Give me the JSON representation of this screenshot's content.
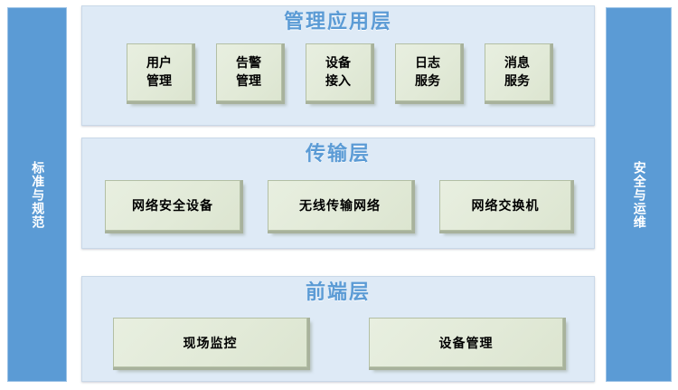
{
  "diagram": {
    "title_colors": {
      "layer_title": "#5B9BD5",
      "panel_background": "#DEEAF6",
      "node_background": "#E2EAD8",
      "sidebar_background": "#5B9BD5",
      "node_text": "#000000",
      "sidebar_text": "#FFFFFF"
    }
  },
  "sidebars": {
    "left": {
      "label": "标准与规范"
    },
    "right": {
      "label": "安全与运维"
    }
  },
  "layers": [
    {
      "id": "app",
      "title": "管理应用层",
      "nodes": [
        {
          "label": "用户\n管理"
        },
        {
          "label": "告警\n管理"
        },
        {
          "label": "设备\n接入"
        },
        {
          "label": "日志\n服务"
        },
        {
          "label": "消息\n服务"
        }
      ]
    },
    {
      "id": "transport",
      "title": "传输层",
      "nodes": [
        {
          "label": "网络安全设备"
        },
        {
          "label": "无线传输网络"
        },
        {
          "label": "网络交换机"
        }
      ]
    },
    {
      "id": "frontend",
      "title": "前端层",
      "nodes": [
        {
          "label": "现场监控"
        },
        {
          "label": "设备管理"
        }
      ]
    }
  ]
}
